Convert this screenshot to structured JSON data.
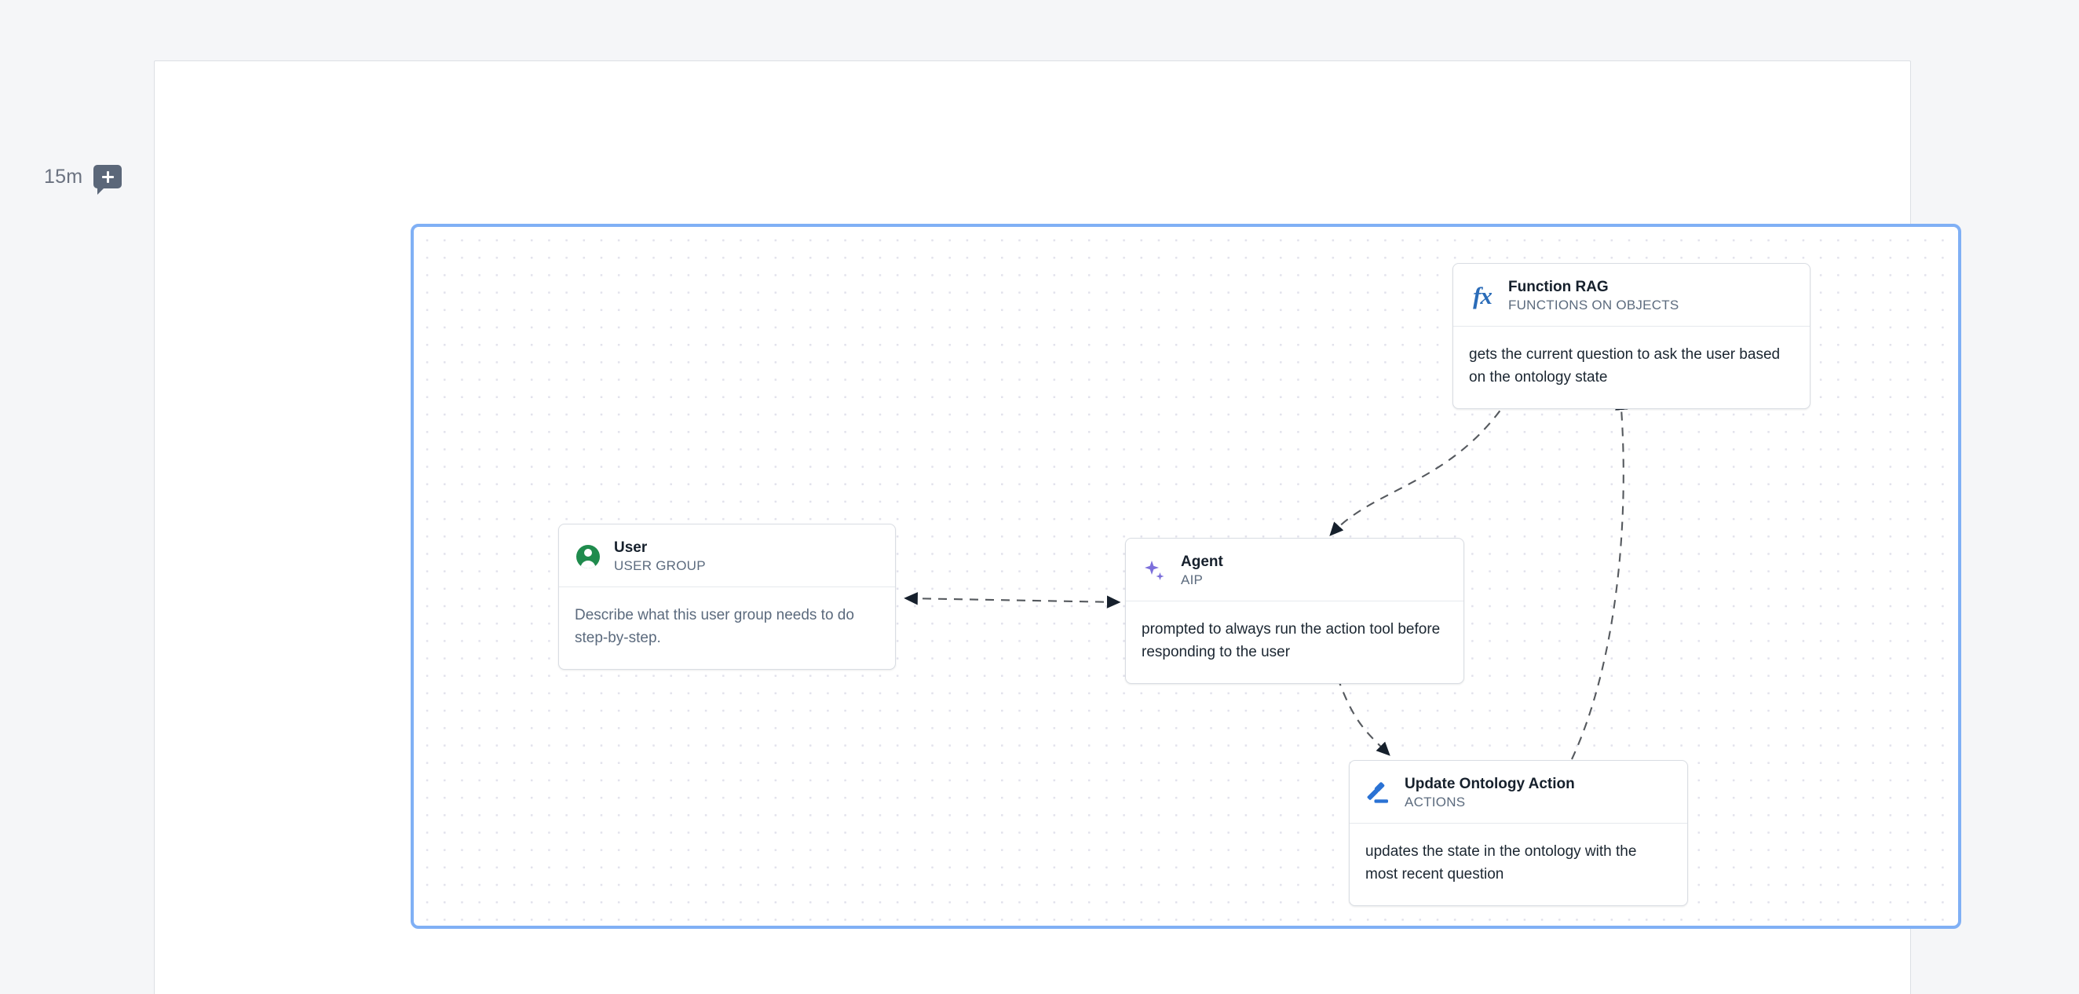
{
  "gutter": {
    "time_label": "15m",
    "add_comment_icon": "comment-plus-icon"
  },
  "board": {
    "frame_color": "#80b0f5",
    "grid_dot_color": "#e2e2ec",
    "canvas_color": "#ffffff"
  },
  "nodes": [
    {
      "id": "function-rag",
      "icon": "fx-icon",
      "icon_color": "#2b6cb8",
      "title": "Function RAG",
      "subtitle": "FUNCTIONS ON OBJECTS",
      "body": "gets the current question to ask the user based on the ontology state",
      "body_is_placeholder": false
    },
    {
      "id": "user",
      "icon": "user-avatar-icon",
      "icon_color": "#1f8b4d",
      "title": "User",
      "subtitle": "USER GROUP",
      "body": "Describe what this user group needs to do step-by-step.",
      "body_is_placeholder": true
    },
    {
      "id": "agent",
      "icon": "sparkles-icon",
      "icon_color": "#7c6fdb",
      "title": "Agent",
      "subtitle": "AIP",
      "body": "prompted to always run the action tool before responding to the user",
      "body_is_placeholder": false
    },
    {
      "id": "update-ontology-action",
      "icon": "gavel-icon",
      "icon_color": "#2a72d4",
      "title": "Update Ontology Action",
      "subtitle": "ACTIONS",
      "body": "updates the state in the ontology with the most recent question",
      "body_is_placeholder": false
    }
  ],
  "connectors": [
    {
      "id": "user-agent",
      "from": "User",
      "to": "Agent",
      "style": "dashed",
      "arrows": "both"
    },
    {
      "id": "functionrag-agent",
      "from": "Function RAG",
      "to": "Agent",
      "style": "dashed",
      "arrows": "end"
    },
    {
      "id": "agent-updateaction",
      "from": "Agent",
      "to": "Update Ontology Action",
      "style": "dashed",
      "arrows": "end"
    },
    {
      "id": "updateaction-functionrag",
      "from": "Update Ontology Action",
      "to": "Function RAG",
      "style": "dashed",
      "arrows": "end"
    }
  ]
}
